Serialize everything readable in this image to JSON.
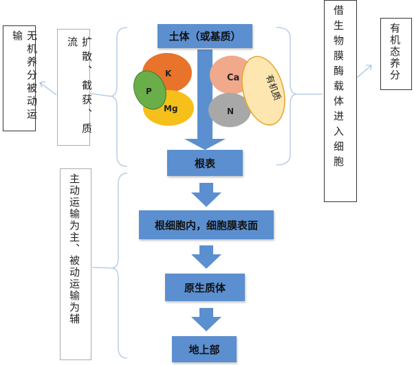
{
  "boxes": {
    "soil": "土体（或基质）",
    "root_surface": "根表",
    "root_cell": "根细胞内，细胞膜表面",
    "protoplasm": "原生质体",
    "aerial": "地上部"
  },
  "left_labels": {
    "inorganic": "无机养分被动运输",
    "mechanisms": "扩散、截获、质流",
    "transport": "主动运输为主、被动运输为辅"
  },
  "right_labels": {
    "carrier": "借生物膜酶载体进入细胞",
    "organic": "有机态养分"
  },
  "nutrients": {
    "K": "K",
    "P": "P",
    "Mg": "Mg",
    "Ca": "Ca",
    "N": "N",
    "organic_matter": "有机质"
  },
  "colors": {
    "box_blue": "#5b8fd0",
    "arrow_blue": "#5b8fd0",
    "bracket_blue": "#b8cde6",
    "K": "#e8732b",
    "P": "#6aae4a",
    "Mg": "#f6bf1a",
    "Ca": "#f0a98a",
    "N": "#a8a8a8",
    "organic_matter": "#fde6b0"
  }
}
